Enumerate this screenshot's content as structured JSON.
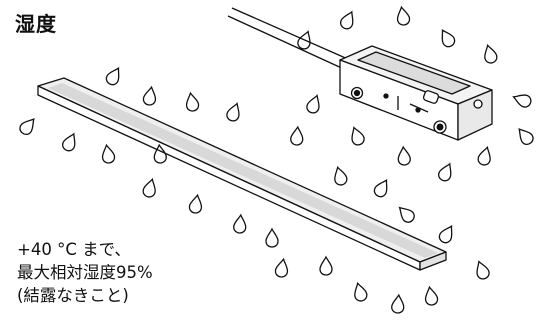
{
  "title": "湿度",
  "caption": {
    "line1": "+40 °C まで、",
    "line2": "最大相対湿度95%",
    "line3": "(結露なきこと)"
  },
  "colors": {
    "ink": "#111111",
    "strip_fill": "#e6e6e6",
    "sensor_fill": "#f2f2f2",
    "background": "#ffffff"
  },
  "icons": [
    "water-droplet-icon",
    "sensor-head",
    "linear-scale-strip"
  ]
}
